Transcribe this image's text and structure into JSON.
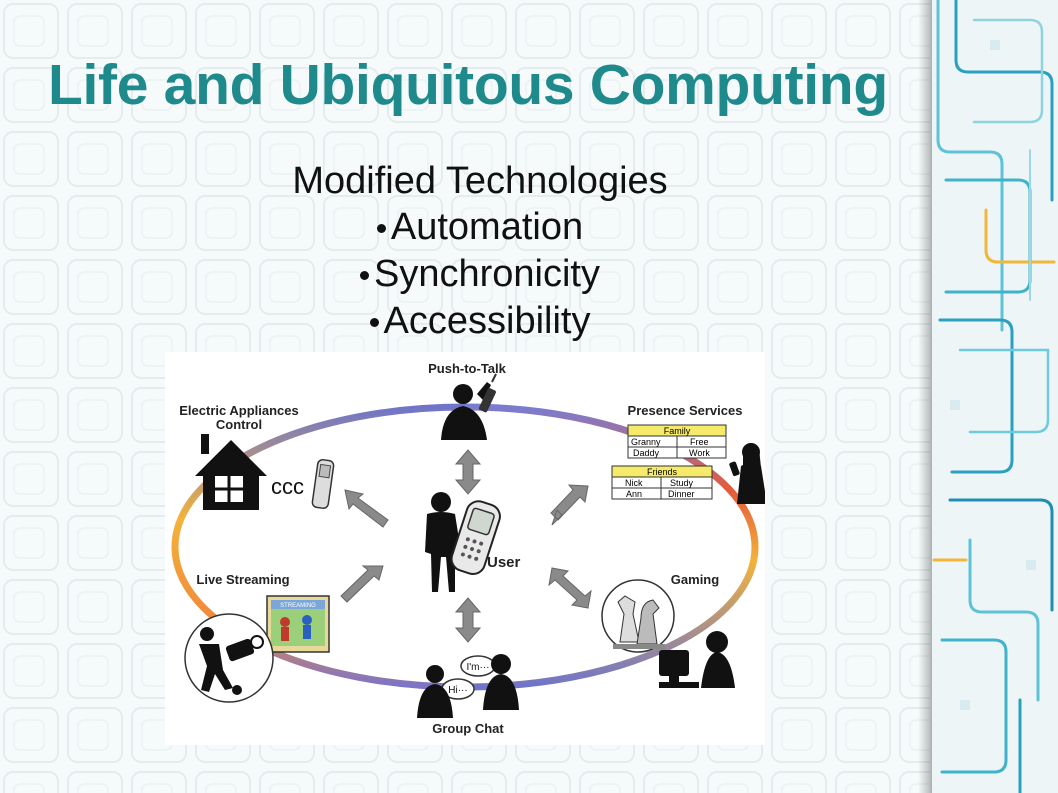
{
  "slide": {
    "title": "Life and Ubiquitous Computing",
    "subtitle": "Modified Technologies",
    "bullets": [
      "Automation",
      "Synchronicity",
      "Accessibility"
    ]
  },
  "diagram": {
    "center_label": "User",
    "nodes": {
      "push_to_talk": "Push-to-Talk",
      "presence": "Presence Services",
      "electric_line1": "Electric Appliances",
      "electric_line2": "Control",
      "live_streaming": "Live Streaming",
      "gaming": "Gaming",
      "group_chat": "Group Chat"
    },
    "presence_tables": {
      "family": {
        "header": "Family",
        "rows": [
          [
            "Granny",
            "Free"
          ],
          [
            "Daddy",
            "Work"
          ]
        ]
      },
      "friends": {
        "header": "Friends",
        "rows": [
          [
            "Nick",
            "Study"
          ],
          [
            "Ann",
            "Dinner"
          ]
        ]
      }
    },
    "chat_bubbles": [
      "I'm···",
      "Hi···"
    ],
    "signal_text": "ccc",
    "screen_text": "STREAMING"
  },
  "colors": {
    "title": "#1f8a8c",
    "ring_blue": "#6f74c9",
    "ring_orange": "#f2b33b",
    "ring_red": "#e55a3a",
    "table_header": "#f5ea6a",
    "arrow": "#8a8a8a"
  }
}
